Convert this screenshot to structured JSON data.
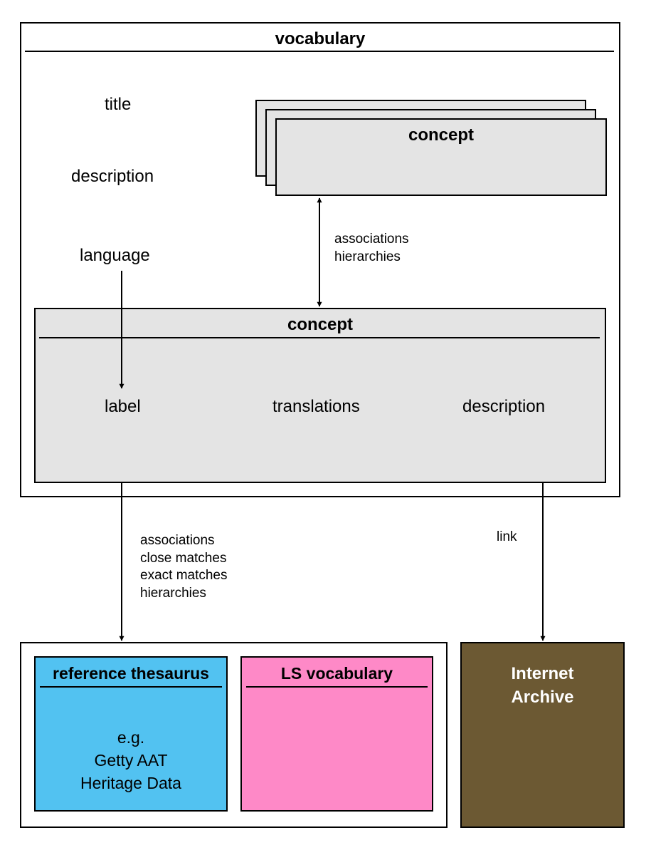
{
  "vocabulary": {
    "heading": "vocabulary",
    "fields": {
      "title": "title",
      "description": "description",
      "language": "language"
    }
  },
  "concept_stack": {
    "heading": "concept"
  },
  "relation_between_concepts": {
    "lines": [
      "associations",
      "hierarchies"
    ]
  },
  "concept": {
    "heading": "concept",
    "fields": {
      "label": "label",
      "translations": "translations",
      "description": "description"
    }
  },
  "external_relations": {
    "lines": [
      "associations",
      "close matches",
      "exact matches",
      "hierarchies"
    ]
  },
  "archive_link": {
    "label": "link"
  },
  "reference_thesaurus": {
    "heading": "reference thesaurus",
    "examples": [
      "e.g.",
      "Getty AAT",
      "Heritage Data"
    ],
    "color": "#52c2f1"
  },
  "ls_vocabulary": {
    "heading": "LS vocabulary",
    "color": "#fe89c7"
  },
  "internet_archive": {
    "lines": [
      "Internet",
      "Archive"
    ],
    "color": "#6c5933"
  }
}
